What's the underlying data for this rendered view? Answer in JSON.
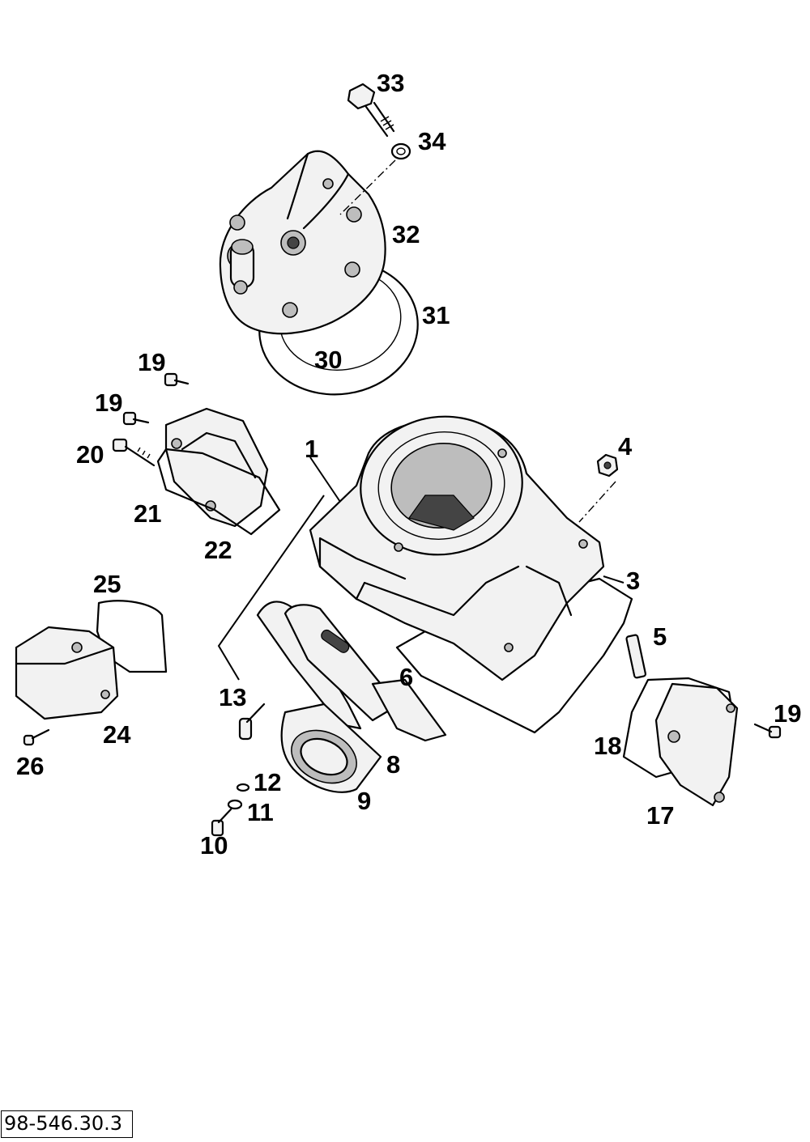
{
  "diagram": {
    "drawing_number": "98-546.30.3",
    "callouts": {
      "c1": "1",
      "c3": "3",
      "c4": "4",
      "c5": "5",
      "c6": "6",
      "c8": "8",
      "c9": "9",
      "c10": "10",
      "c11": "11",
      "c12": "12",
      "c13": "13",
      "c17": "17",
      "c18": "18",
      "c19a": "19",
      "c19b": "19",
      "c19c": "19",
      "c20": "20",
      "c21": "21",
      "c22": "22",
      "c24": "24",
      "c25": "25",
      "c26": "26",
      "c30": "30",
      "c31": "31",
      "c32": "32",
      "c33": "33",
      "c34": "34"
    }
  }
}
